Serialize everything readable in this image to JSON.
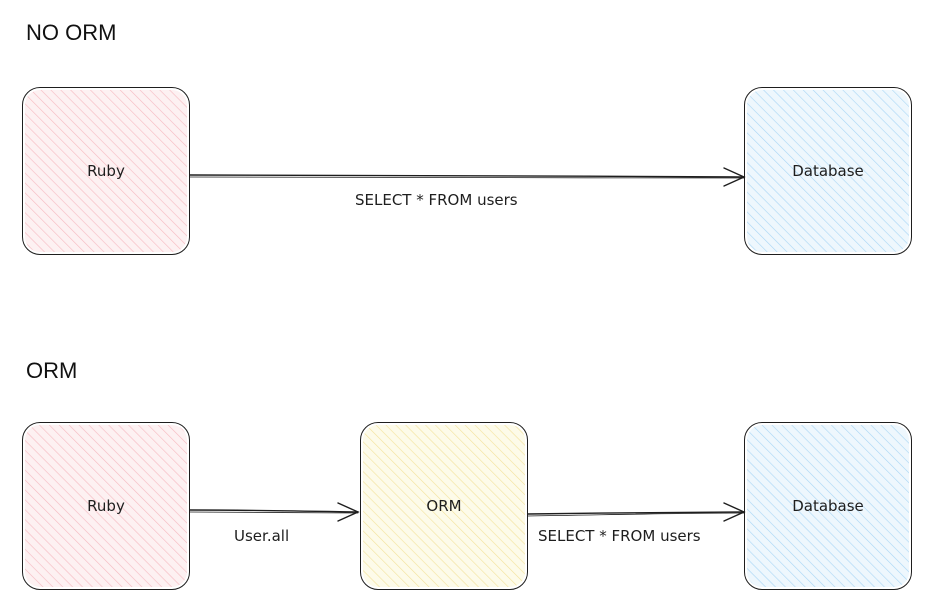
{
  "colors": {
    "ruby_fill": "#ffc9c9",
    "orm_fill": "#ffec99",
    "database_fill": "#a5d8ff",
    "stroke": "#1e1e1e"
  },
  "no_orm": {
    "heading": "NO ORM",
    "ruby_label": "Ruby",
    "database_label": "Database",
    "query_label": "SELECT * FROM users"
  },
  "orm": {
    "heading": "ORM",
    "ruby_label": "Ruby",
    "orm_label": "ORM",
    "database_label": "Database",
    "call_label": "User.all",
    "query_label": "SELECT * FROM users"
  }
}
